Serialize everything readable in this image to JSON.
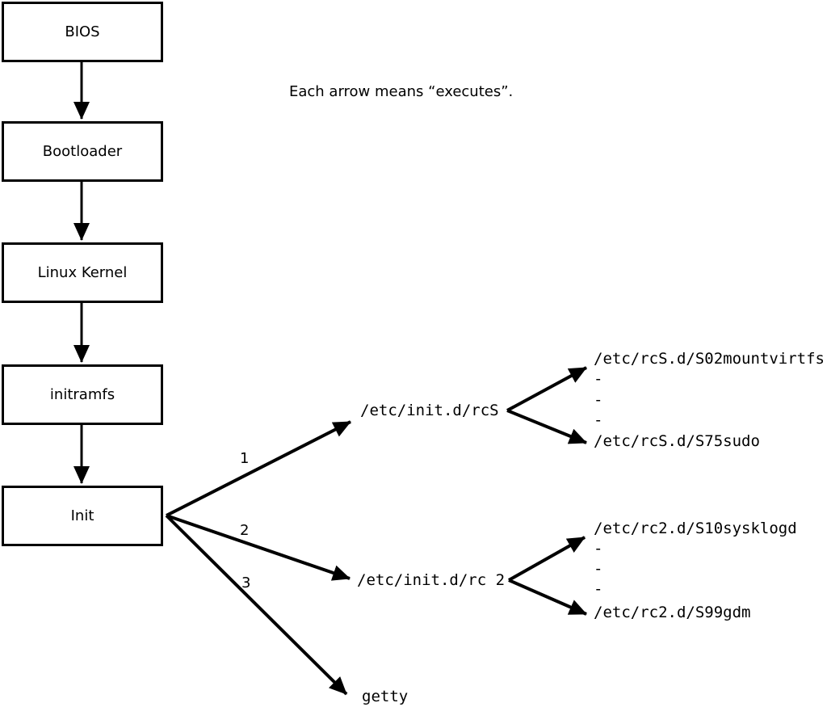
{
  "note": "Each arrow means “executes”.",
  "chain": [
    {
      "label": "BIOS"
    },
    {
      "label": "Bootloader"
    },
    {
      "label": "Linux Kernel"
    },
    {
      "label": "initramfs"
    },
    {
      "label": "Init"
    }
  ],
  "branches": [
    {
      "number": "1",
      "target": "/etc/init.d/rcS"
    },
    {
      "number": "2",
      "target": "/etc/init.d/rc 2"
    },
    {
      "number": "3",
      "target": "getty"
    }
  ],
  "rcS_dir": {
    "lines": [
      "/etc/rcS.d/S02mountvirtfs",
      "-",
      "-",
      "-",
      "/etc/rcS.d/S75sudo"
    ]
  },
  "rc2_dir": {
    "lines": [
      "/etc/rc2.d/S10sysklogd",
      "-",
      "-",
      "-",
      "/etc/rc2.d/S99gdm"
    ]
  },
  "colors": {
    "line": "#000000",
    "background": "#ffffff"
  }
}
